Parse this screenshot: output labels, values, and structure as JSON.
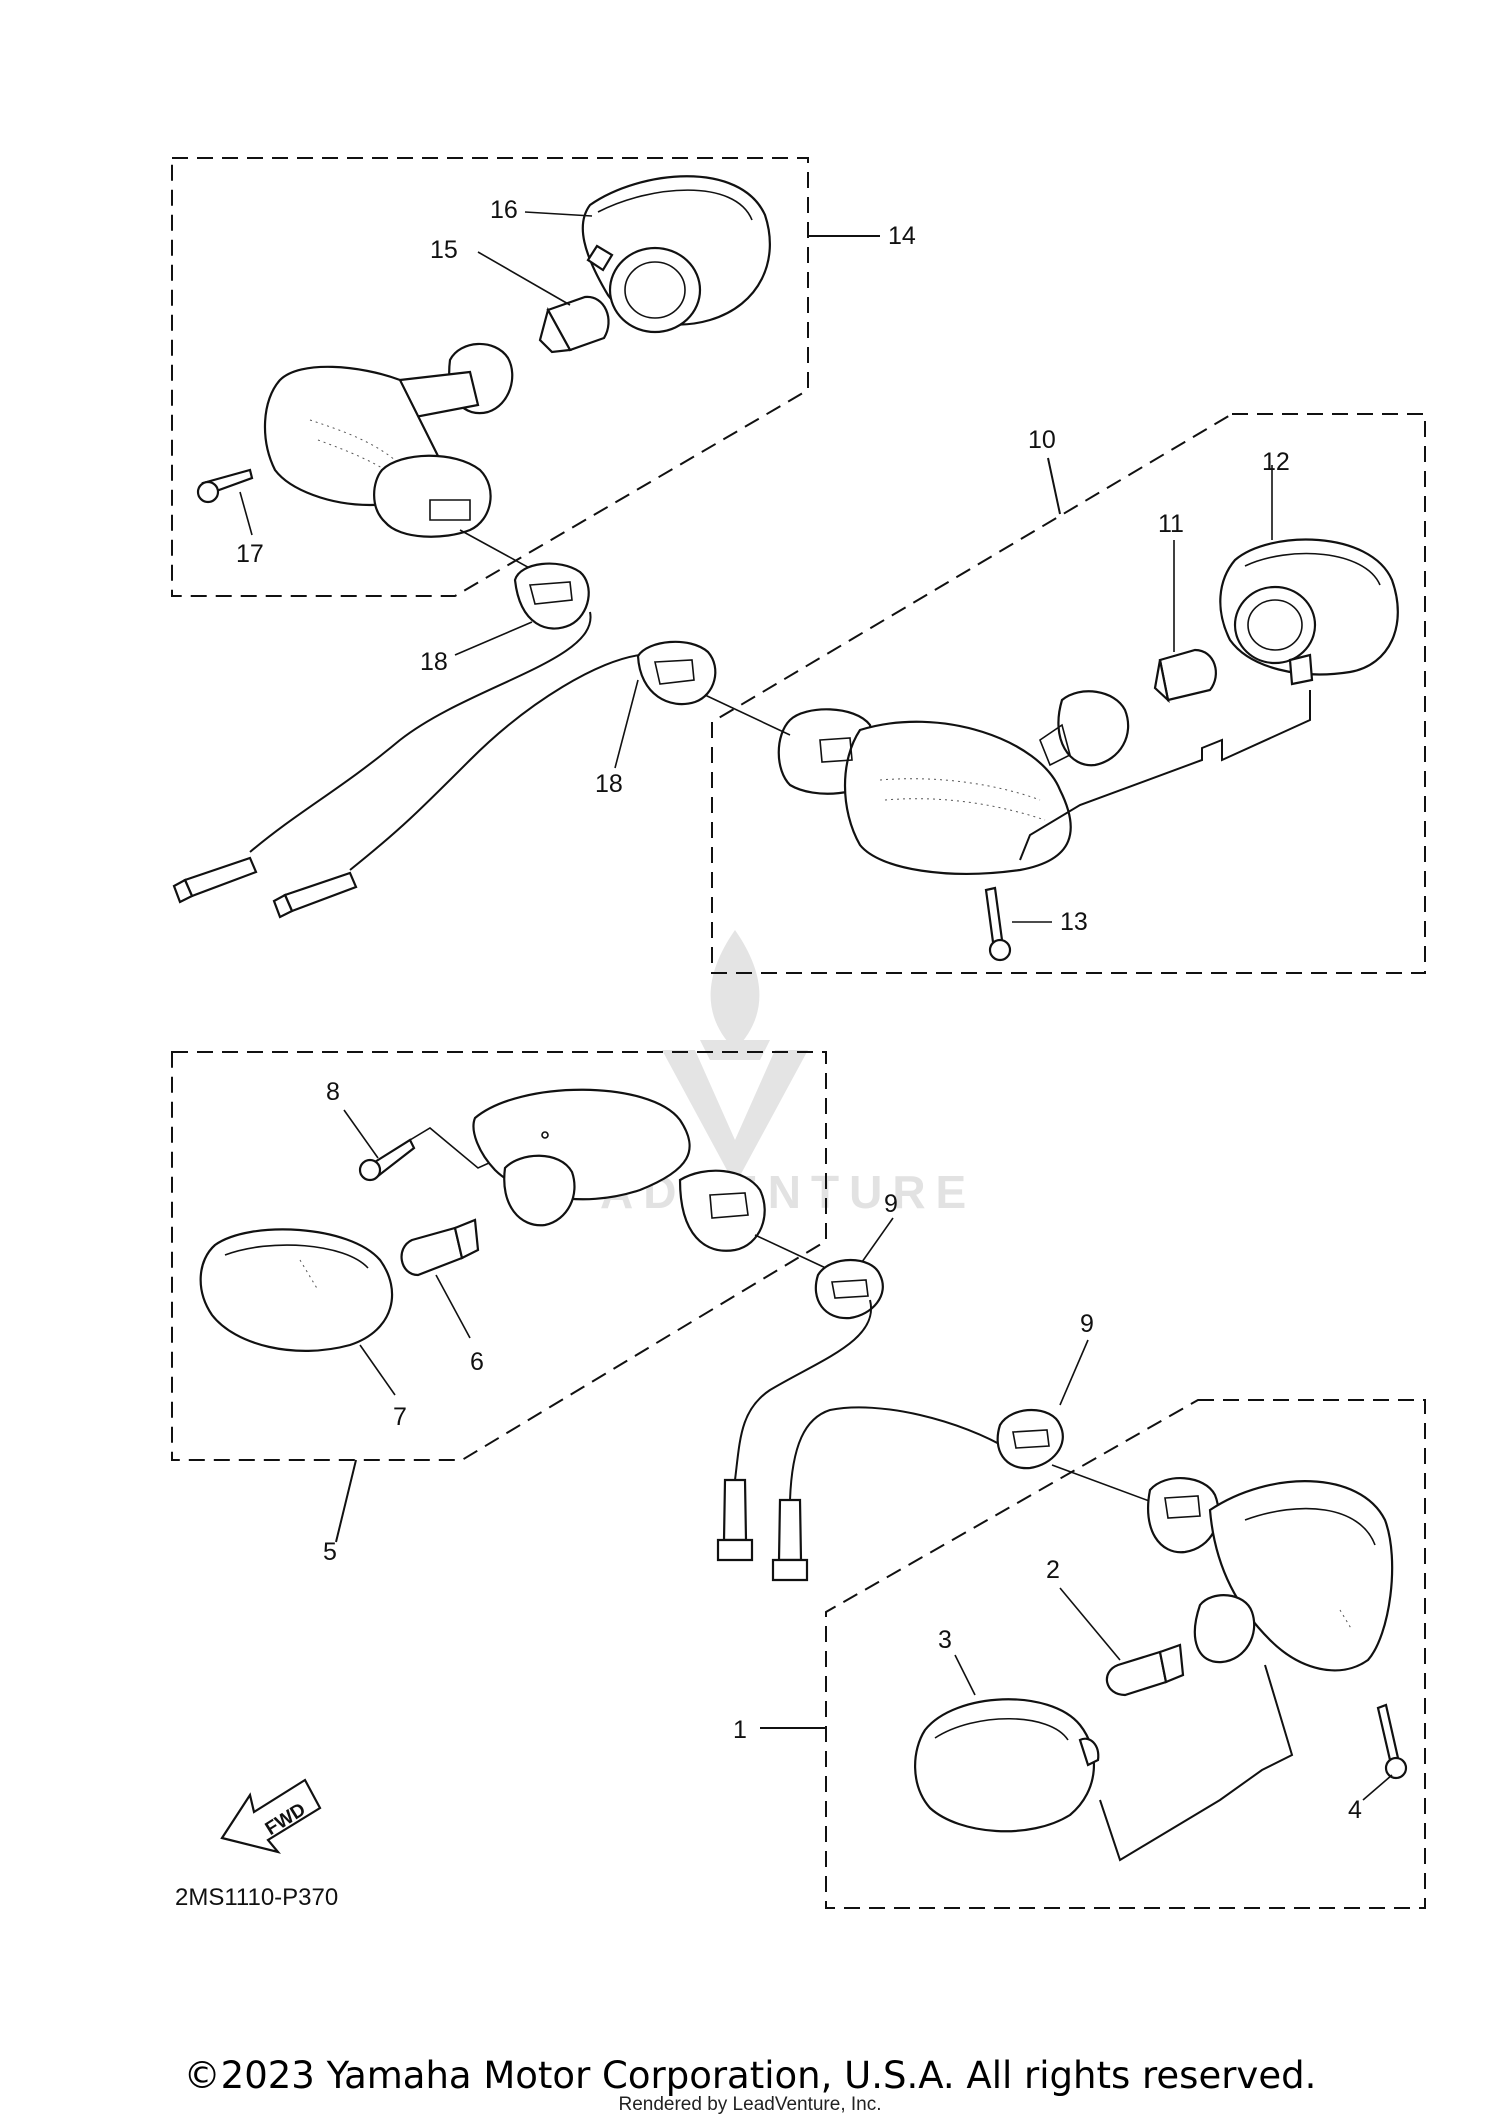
{
  "diagram": {
    "callouts": {
      "c1": "1",
      "c2": "2",
      "c3": "3",
      "c4": "4",
      "c5": "5",
      "c6": "6",
      "c7": "7",
      "c8": "8",
      "c9a": "9",
      "c9b": "9",
      "c10": "10",
      "c11": "11",
      "c12": "12",
      "c13": "13",
      "c14": "14",
      "c15": "15",
      "c16": "16",
      "c17": "17",
      "c18a": "18",
      "c18b": "18"
    },
    "diagram_code": "2MS1110-P370",
    "fwd_label": "FWD",
    "watermark_text": "ADVENTURE"
  },
  "footer": {
    "copyright": "©2023 Yamaha Motor Corporation, U.S.A. All rights reserved.",
    "rendered_by": "Rendered by LeadVenture, Inc."
  }
}
